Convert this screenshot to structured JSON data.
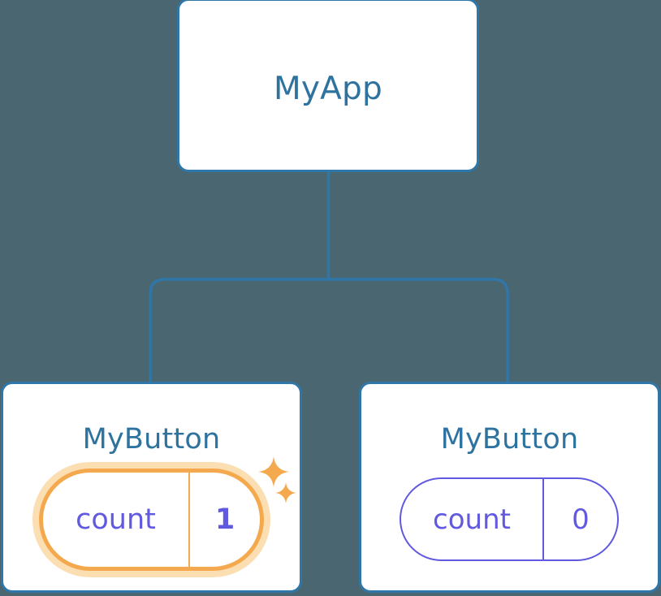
{
  "diagram": {
    "type": "component-tree",
    "background_color": "#4a6670",
    "connector_color": "#2e77a8",
    "node_border_color": "#2e77a8",
    "node_fill_color": "#ffffff",
    "title_text_color": "#2e739f",
    "state_text_color": "#6159e0",
    "highlight_color": "#f5a94e",
    "highlight_glow_color": "#fbdfb2"
  },
  "root": {
    "label": "MyApp"
  },
  "children": [
    {
      "label": "MyButton",
      "state": {
        "key": "count",
        "value": "1"
      },
      "highlighted": true,
      "sparkles": [
        "sparkle-icon",
        "sparkle-icon"
      ]
    },
    {
      "label": "MyButton",
      "state": {
        "key": "count",
        "value": "0"
      },
      "highlighted": false,
      "sparkles": []
    }
  ]
}
